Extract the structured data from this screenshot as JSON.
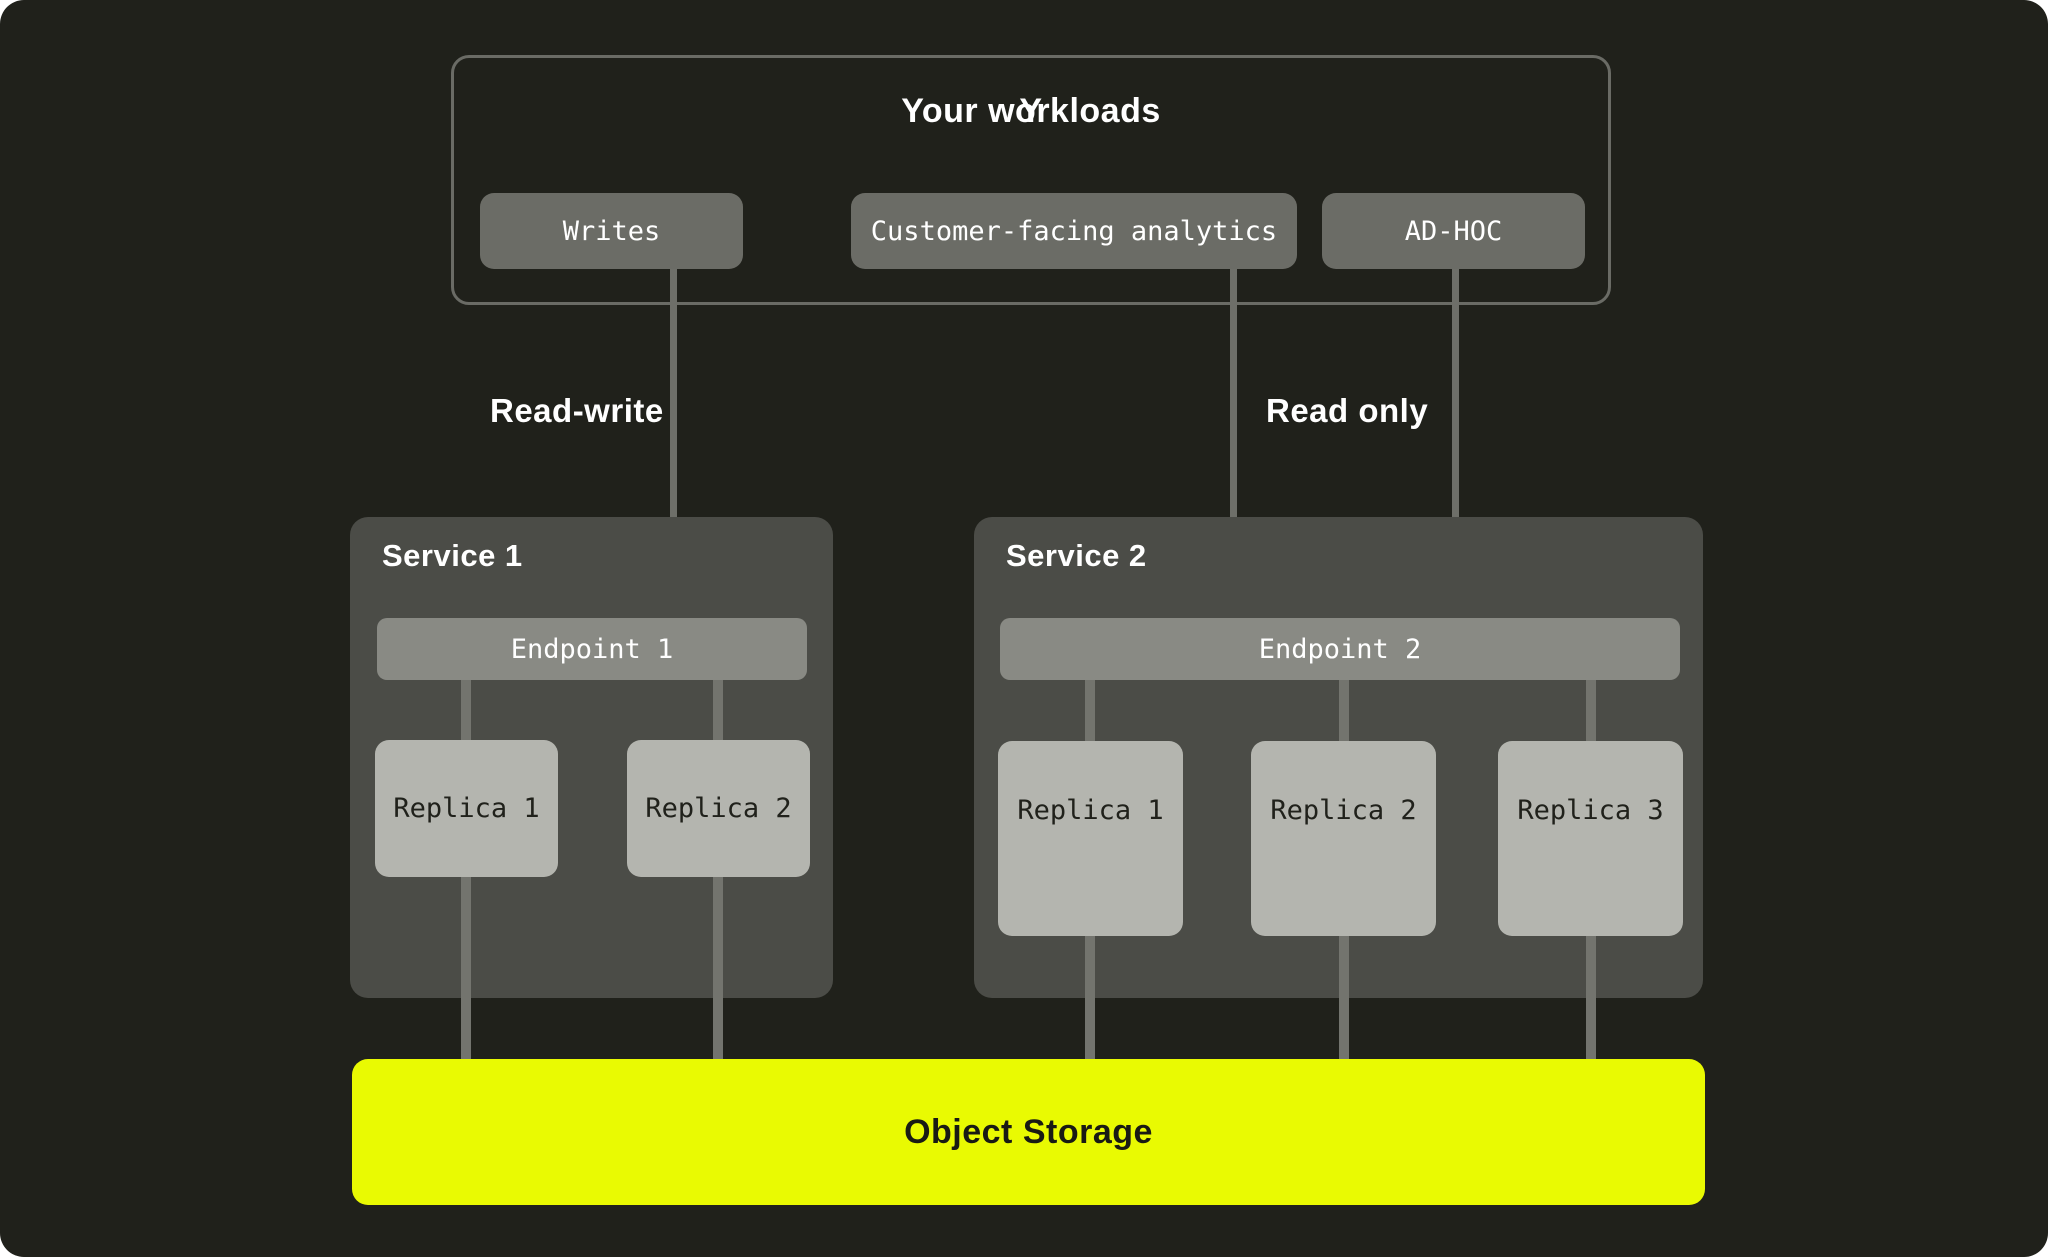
{
  "workloads": {
    "title": "Your workloads",
    "items": [
      {
        "label": "Writes"
      },
      {
        "label": "Customer-facing analytics"
      },
      {
        "label": "AD-HOC"
      }
    ]
  },
  "edges": {
    "read_write_label": "Read-write",
    "read_only_label": "Read only"
  },
  "services": [
    {
      "title": "Service 1",
      "endpoint": "Endpoint 1",
      "replicas": [
        "Replica 1",
        "Replica 2"
      ]
    },
    {
      "title": "Service 2",
      "endpoint": "Endpoint 2",
      "replicas": [
        "Replica 1",
        "Replica 2",
        "Replica 3"
      ]
    }
  ],
  "storage": {
    "label": "Object Storage"
  },
  "colors": {
    "canvas_background": "#20211b",
    "workloads_border": "#6a6b65",
    "workload_chip": "#6b6c66",
    "service_card": "#4b4c47",
    "endpoint_bar": "#898a84",
    "replica_box": "#b4b5af",
    "connector_line": "#73746e",
    "arrow_line": "#6e6f69",
    "storage_accent": "#e9fa02",
    "text_light": "#ffffff",
    "text_dark": "#20211b"
  }
}
